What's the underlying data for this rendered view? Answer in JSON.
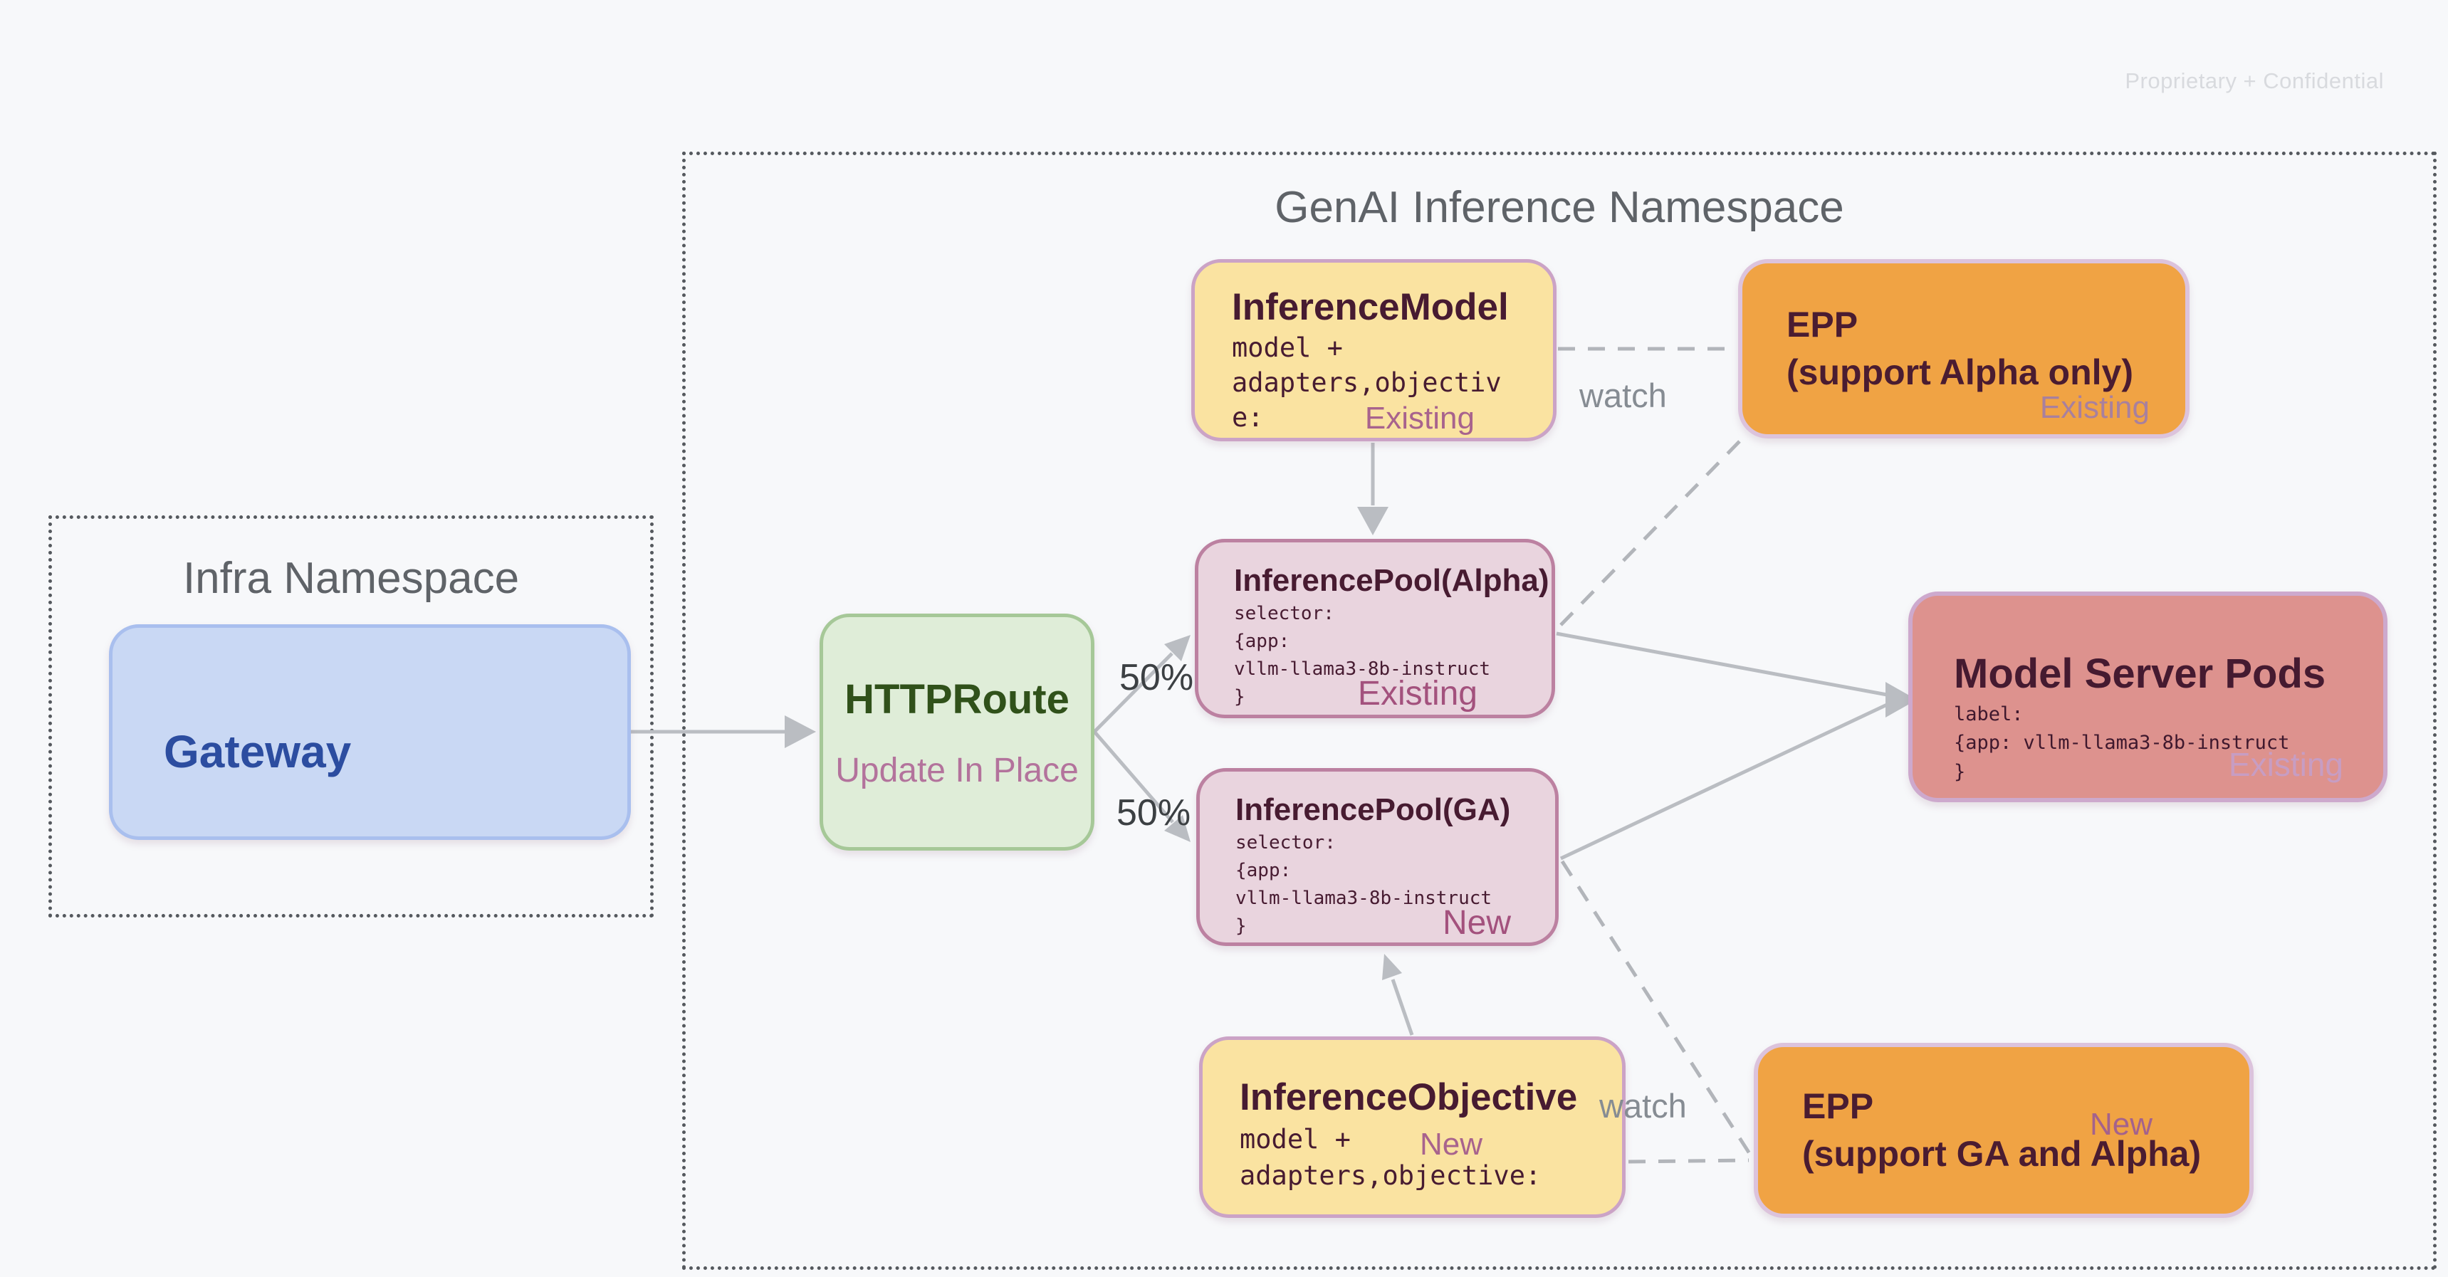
{
  "watermark": "Proprietary + Confidential",
  "namespaces": {
    "infra": {
      "title": "Infra Namespace"
    },
    "genai": {
      "title": "GenAI Inference Namespace"
    }
  },
  "nodes": {
    "gateway": {
      "label": "Gateway"
    },
    "httproute": {
      "label": "HTTPRoute",
      "annotation": "Update In Place"
    },
    "inference_model": {
      "title": "InferenceModel",
      "code_lines": [
        "model +",
        "adapters,objectiv",
        "e:"
      ],
      "status": "Existing"
    },
    "epp_alpha": {
      "title_lines": [
        "EPP",
        "(support Alpha only)"
      ],
      "status": "Existing"
    },
    "inference_pool_alpha": {
      "title": "InferencePool(Alpha)",
      "code_lines": [
        "selector:",
        "{app:",
        "vllm-llama3-8b-instruct",
        "}"
      ],
      "status": "Existing"
    },
    "inference_pool_ga": {
      "title": "InferencePool(GA)",
      "code_lines": [
        "selector:",
        "{app:",
        "vllm-llama3-8b-instruct",
        "}"
      ],
      "status": "New"
    },
    "model_server_pods": {
      "title": "Model Server Pods",
      "code_lines": [
        "label:",
        "{app: vllm-llama3-8b-instruct",
        "}"
      ],
      "status": "Existing"
    },
    "inference_objective": {
      "title": "InferenceObjective",
      "code_lines": [
        "model +",
        "adapters,objective:"
      ],
      "status": "New"
    },
    "epp_ga": {
      "title_lines": [
        "EPP",
        "(support GA and Alpha)"
      ],
      "status": "New"
    }
  },
  "edge_labels": {
    "split_top": "50%",
    "split_bottom": "50%",
    "watch_top": "watch",
    "watch_bottom": "watch"
  },
  "edges": [
    {
      "from": "gateway",
      "to": "httproute",
      "style": "solid-arrow"
    },
    {
      "from": "httproute",
      "to": "inference_pool_alpha",
      "style": "solid-arrow",
      "label": "50%"
    },
    {
      "from": "httproute",
      "to": "inference_pool_ga",
      "style": "solid-arrow",
      "label": "50%"
    },
    {
      "from": "inference_model",
      "to": "inference_pool_alpha",
      "style": "solid-arrow"
    },
    {
      "from": "inference_objective",
      "to": "inference_pool_ga",
      "style": "solid-arrow"
    },
    {
      "from": "inference_pool_alpha",
      "to": "model_server_pods",
      "style": "solid-arrow"
    },
    {
      "from": "inference_pool_ga",
      "to": "model_server_pods",
      "style": "solid-arrow"
    },
    {
      "from": "inference_model",
      "to": "epp_alpha",
      "style": "dashed",
      "label": "watch"
    },
    {
      "from": "epp_alpha",
      "to": "inference_pool_alpha",
      "style": "dashed"
    },
    {
      "from": "inference_pool_ga",
      "to": "epp_ga",
      "style": "dashed"
    },
    {
      "from": "inference_objective",
      "to": "epp_ga",
      "style": "dashed",
      "label": "watch"
    }
  ],
  "colors": {
    "background": "#f7f8fa",
    "namespace_border": "#55595e",
    "namespace_title": "#5f6368",
    "gateway_fill": "#c9d8f4",
    "gateway_text": "#2c4da0",
    "httproute_fill": "#dfedd8",
    "httproute_text": "#30511a",
    "yellow_fill": "#fae3a1",
    "pool_fill": "#e9d4de",
    "pods_fill": "#dd928e",
    "epp_fill": "#f0a344",
    "dark_text": "#471b31",
    "status_mauve": "#a8638d",
    "arrow_gray": "#babdc2",
    "watermark": "#d8dade"
  }
}
